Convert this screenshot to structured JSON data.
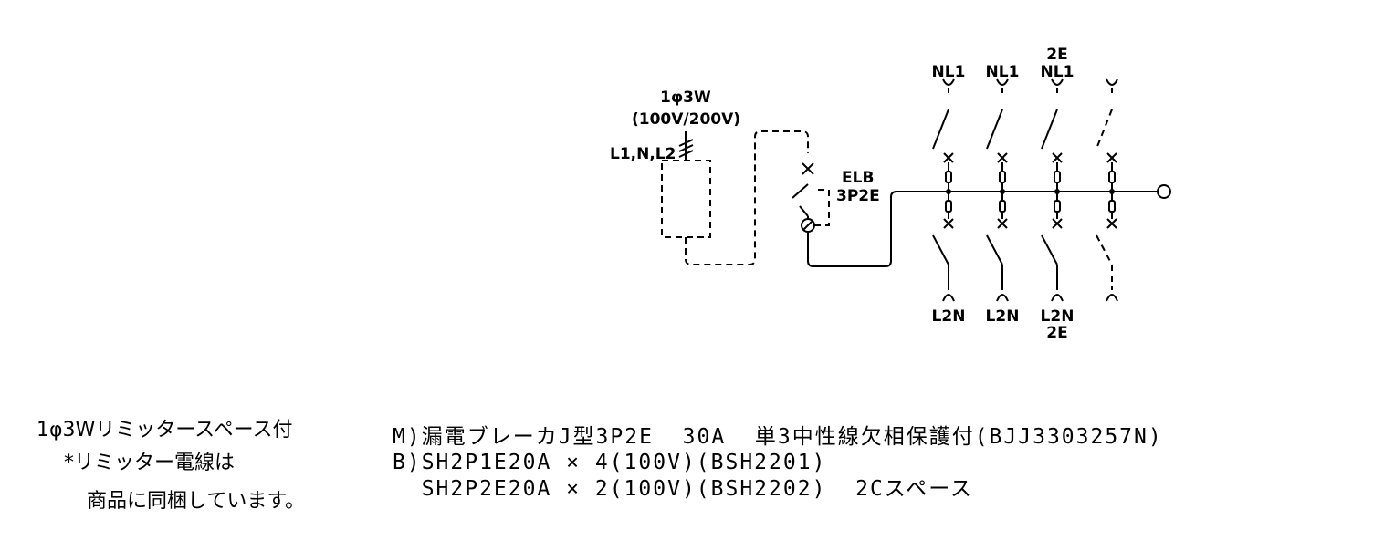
{
  "supply": {
    "phase": "1φ3W",
    "voltage": "(100V/200V)",
    "wires": "L1,N,L2"
  },
  "main_breaker": {
    "name": "ELB",
    "poles": "3P2E"
  },
  "branches": [
    {
      "top": "NL1",
      "top_extra": "",
      "bottom": "L2N",
      "bottom_extra": "",
      "spare": false
    },
    {
      "top": "NL1",
      "top_extra": "",
      "bottom": "L2N",
      "bottom_extra": "",
      "spare": false
    },
    {
      "top": "NL1",
      "top_extra": "2E",
      "bottom": "L2N",
      "bottom_extra": "2E",
      "spare": false
    },
    {
      "top": "",
      "top_extra": "",
      "bottom": "",
      "bottom_extra": "",
      "spare": true
    }
  ],
  "notes": {
    "line1": "1φ3Wリミッタースペース付",
    "line2": "*リミッター電線は",
    "line3": "商品に同梱しています。"
  },
  "spec": {
    "main": "M)漏電ブレーカJ型3P2E  30A  単3中性線欠相保護付(BJJ3303257N)",
    "branch1": "B)SH2P1E20A × 4(100V)(BSH2201)",
    "branch2": "  SH2P2E20A × 2(100V)(BSH2202)  2Cスペース"
  }
}
